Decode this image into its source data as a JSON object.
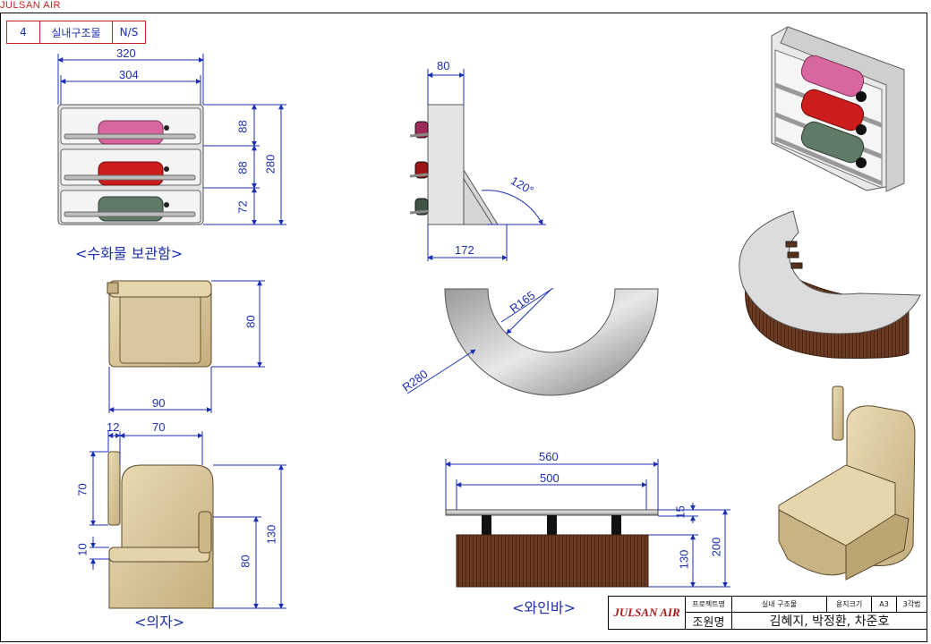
{
  "brand": "JULSAN AIR",
  "header": {
    "number": "4",
    "title": "실내구조물",
    "scale": "N/S"
  },
  "storage": {
    "dims": {
      "w320": "320",
      "w304": "304",
      "h88a": "88",
      "h88b": "88",
      "h72": "72",
      "h280": "280"
    },
    "caption": "<수화물 보관함>",
    "side_dims": {
      "w80": "80",
      "w172": "172",
      "angle": "120°"
    }
  },
  "seat_top": {
    "dims": {
      "h80": "80",
      "w90": "90"
    }
  },
  "chair": {
    "dims": {
      "w12": "12",
      "w70": "70",
      "h70": "70",
      "h10": "10",
      "h80": "80",
      "h130": "130"
    },
    "caption": "<의자>"
  },
  "arc": {
    "r165": "R165",
    "r280": "R280"
  },
  "winebar": {
    "dims": {
      "w560": "560",
      "w500": "500",
      "h15": "15",
      "h130": "130",
      "h200": "200"
    },
    "caption": "<와인바>"
  },
  "title_block": {
    "logo": "JULSAN AIR",
    "project_label": "프로젝트명",
    "project_value": "실내 구조물",
    "paper_label": "용지크기",
    "paper_value": "A3",
    "method_value": "3각법",
    "team_label": "조원명",
    "team_value": "김혜지, 박정환, 차준호"
  },
  "colors": {
    "dimension": "#1c2fb0",
    "accent": "#cc2020",
    "bag_pink": "#d9679f",
    "bag_red": "#cc1c1c",
    "bag_green": "#5f7a66",
    "wood": "#6a3a22",
    "tan": "#d6c49a"
  }
}
